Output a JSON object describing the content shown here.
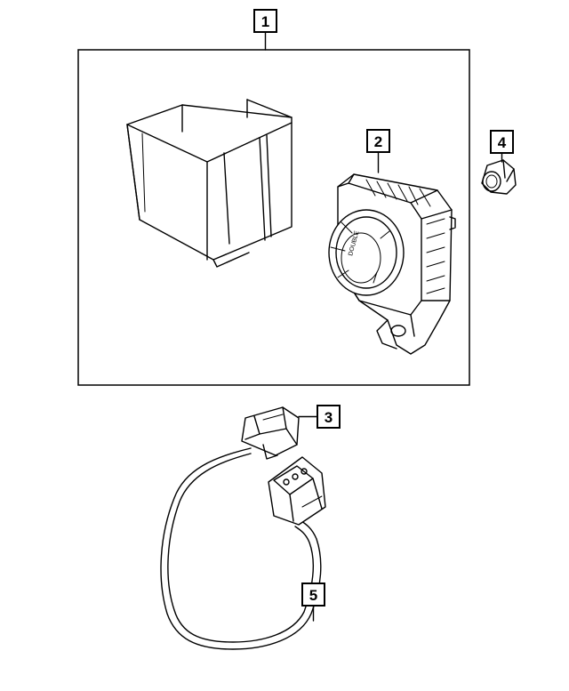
{
  "callouts": {
    "c1": "1",
    "c2": "2",
    "c3": "3",
    "c4": "4",
    "c5": "5"
  },
  "module_label_text": "DOUBLE"
}
